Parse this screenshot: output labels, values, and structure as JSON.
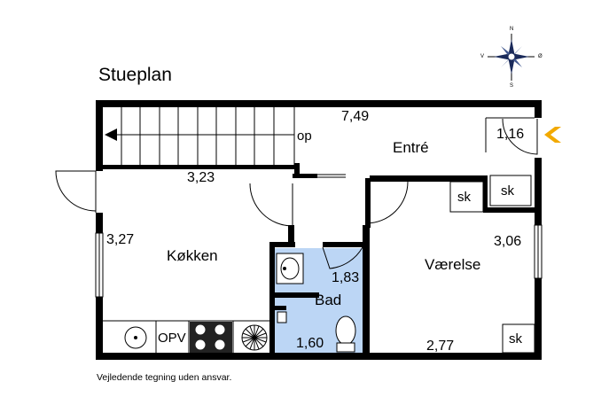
{
  "title": "Stueplan",
  "disclaimer": "Vejledende tegning uden ansvar.",
  "compass": {
    "n": "N",
    "s": "S",
    "e": "Ø",
    "w": "V"
  },
  "rooms": {
    "entre": {
      "name": "Entré",
      "area": "7,49"
    },
    "kokken": {
      "name": "Køkken",
      "area": "3,27"
    },
    "bad": {
      "name": "Bad",
      "area": "1,60"
    },
    "vaerelse": {
      "name": "Værelse",
      "area": "3,06"
    }
  },
  "areas": {
    "stair_zone": "3,23",
    "closet": "1,16",
    "bath_upper": "1,83",
    "bedroom_bottom": "2,77"
  },
  "stair_label": "op",
  "kitchen_label": "OPV",
  "cabinets": [
    "sk",
    "sk",
    "sk"
  ],
  "colors": {
    "wall": "#000000",
    "bath_fill": "#bcd6f5",
    "entrance_marker": "#f2a900"
  }
}
